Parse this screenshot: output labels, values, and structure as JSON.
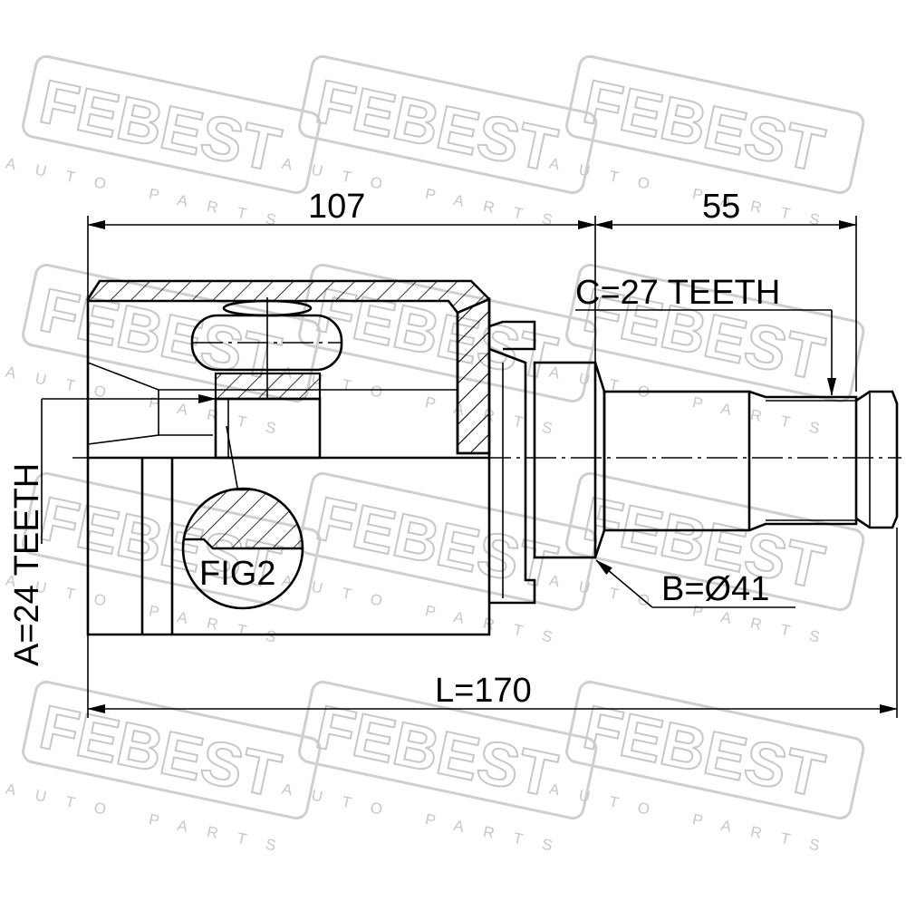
{
  "watermark": {
    "brand": "FEBEST",
    "sub": "AUTO PARTS"
  },
  "dimensions": {
    "housing_length": "107",
    "shaft_length": "55",
    "total_length": "L=170",
    "outer_spline": "C=27 TEETH",
    "inner_spline": "A=24 TEETH",
    "seal_diameter": "B=Ø41"
  },
  "figure_label": "FIG2",
  "colors": {
    "line": "#000000",
    "watermark": "#c8c8c8"
  }
}
